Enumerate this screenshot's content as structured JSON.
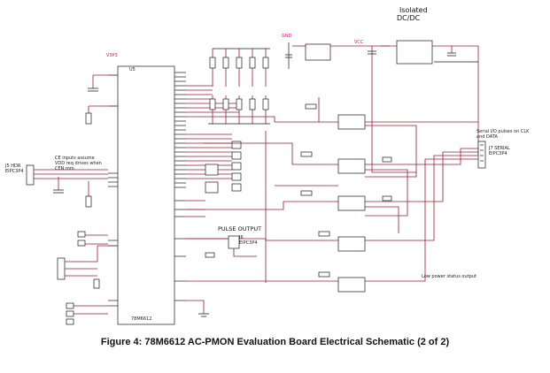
{
  "caption": "Figure 4: 78M6612 AC-PMON Evaluation Board Electrical Schematic (2 of 2)",
  "isolated_block": {
    "line1": "Isolated",
    "line2": "DC/DC"
  },
  "pulse_block": {
    "title": "PULSE OUTPUT"
  },
  "ic": {
    "ref": "U5",
    "part": "78M6612"
  },
  "net_names": {
    "v3p3": "V3P3",
    "gnd": "GND",
    "vcc": "VCC"
  },
  "notes": {
    "ce_note": "CE inputs assume VDD req drives when CEN mm",
    "serial_note": "Serial I/O pulses on CLK and DATA",
    "status_note": "Low power status output"
  },
  "connectors": {
    "j_left": "J5 HDR EIPC3P4",
    "j_right": "J7 SERIAL EIPC3P4",
    "j_pulse": "J6 EIPC3P4"
  },
  "colors": {
    "wire": "#9b1b30",
    "component": "#1a1a1a",
    "net_label": "#c2185b",
    "text": "#111111"
  }
}
